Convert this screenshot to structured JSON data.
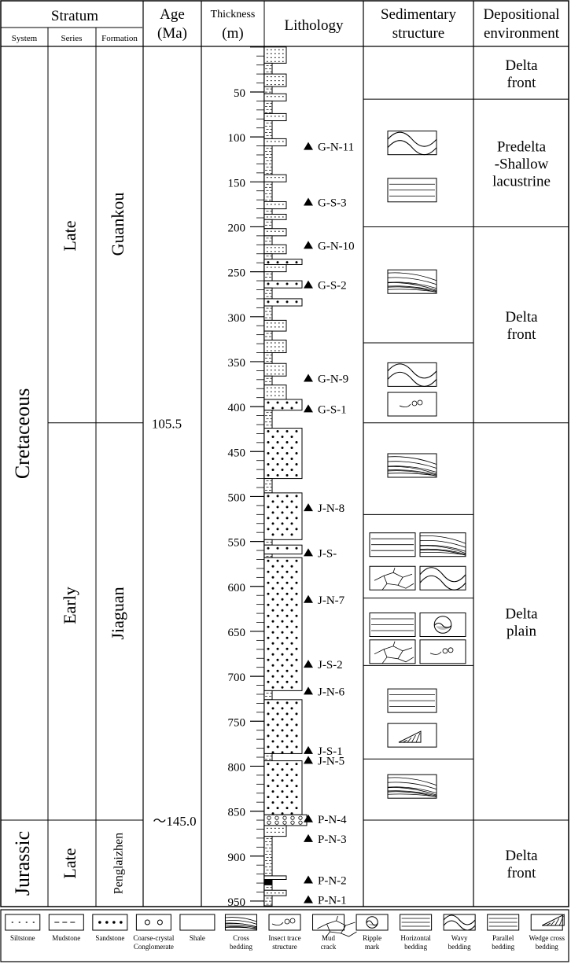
{
  "headers": {
    "stratum": "Stratum",
    "system": "System",
    "series": "Series",
    "formation": "Formation",
    "age": "Age",
    "age_unit": "(Ma)",
    "thickness": "Thickness",
    "thickness_unit": "(m)",
    "lithology": "Lithology",
    "sedimentary_1": "Sedimentary",
    "sedimentary_2": "structure",
    "environment_1": "Depositional",
    "environment_2": "environment"
  },
  "systems": [
    {
      "name": "Cretaceous",
      "top_m": 0,
      "bottom_m": 860
    },
    {
      "name": "Jurassic",
      "top_m": 860,
      "bottom_m": 960
    }
  ],
  "series": [
    {
      "name": "Late",
      "top_m": 0,
      "bottom_m": 418
    },
    {
      "name": "Early",
      "top_m": 418,
      "bottom_m": 860
    },
    {
      "name": "Late",
      "top_m": 860,
      "bottom_m": 960
    }
  ],
  "formations": [
    {
      "name": "Guankou",
      "top_m": 0,
      "bottom_m": 418
    },
    {
      "name": "Jiaguan",
      "top_m": 418,
      "bottom_m": 860
    },
    {
      "name": "Penglaizhen",
      "top_m": 860,
      "bottom_m": 960
    }
  ],
  "ages": [
    {
      "label": "105.5",
      "depth_m": 418
    },
    {
      "label": "～145.0",
      "depth_m": 860
    }
  ],
  "depth_ticks": [
    "50",
    "100",
    "150",
    "200",
    "250",
    "300",
    "350",
    "400",
    "450",
    "500",
    "550",
    "600",
    "650",
    "700",
    "750",
    "800",
    "850",
    "900",
    "950"
  ],
  "samples": [
    {
      "label": "G-N-11",
      "depth_m": 110
    },
    {
      "label": "G-S-3",
      "depth_m": 172
    },
    {
      "label": "G-N-10",
      "depth_m": 220
    },
    {
      "label": "G-S-2",
      "depth_m": 264
    },
    {
      "label": "G-N-9",
      "depth_m": 368
    },
    {
      "label": "G-S-1",
      "depth_m": 402
    },
    {
      "label": "J-N-8",
      "depth_m": 512
    },
    {
      "label": "J-S-",
      "depth_m": 562
    },
    {
      "label": "J-N-7",
      "depth_m": 614
    },
    {
      "label": "J-S-2",
      "depth_m": 686
    },
    {
      "label": "J-N-6",
      "depth_m": 716
    },
    {
      "label": "J-S-1",
      "depth_m": 782
    },
    {
      "label": "J-N-5",
      "depth_m": 793
    },
    {
      "label": "P-N-4",
      "depth_m": 858
    },
    {
      "label": "P-N-3",
      "depth_m": 880
    },
    {
      "label": "P-N-2",
      "depth_m": 926
    },
    {
      "label": "P-N-1",
      "depth_m": 948
    }
  ],
  "environments": [
    {
      "lines": [
        "Delta",
        "front"
      ],
      "top_m": 0,
      "bottom_m": 58
    },
    {
      "lines": [
        "Predelta",
        "-Shallow",
        "lacustrine"
      ],
      "top_m": 58,
      "bottom_m": 200
    },
    {
      "lines": [
        "Delta",
        "front"
      ],
      "top_m": 200,
      "bottom_m": 418
    },
    {
      "lines": [
        "Delta",
        "plain"
      ],
      "top_m": 418,
      "bottom_m": 860
    },
    {
      "lines": [
        "Delta",
        "front"
      ],
      "top_m": 860,
      "bottom_m": 960
    }
  ],
  "structure_intervals": [
    {
      "top_m": 58,
      "bottom_m": 200,
      "symbols": [
        "wavy bedding",
        "horizontal bedding"
      ]
    },
    {
      "top_m": 200,
      "bottom_m": 329,
      "symbols": [
        "cross bedding"
      ]
    },
    {
      "top_m": 329,
      "bottom_m": 418,
      "symbols": [
        "wavy bedding",
        "insect trace structure"
      ]
    },
    {
      "top_m": 418,
      "bottom_m": 520,
      "symbols": [
        "cross bedding"
      ]
    },
    {
      "top_m": 520,
      "bottom_m": 613,
      "symbols": [
        "horizontal bedding",
        "cross bedding",
        "mud crack",
        "wavy bedding"
      ]
    },
    {
      "top_m": 613,
      "bottom_m": 688,
      "symbols": [
        "horizontal bedding",
        "ripple mark",
        "mud crack",
        "insect trace structure"
      ]
    },
    {
      "top_m": 688,
      "bottom_m": 792,
      "symbols": [
        "horizontal bedding",
        "wedge cross bedding"
      ]
    },
    {
      "top_m": 792,
      "bottom_m": 860,
      "symbols": [
        "cross bedding"
      ]
    }
  ],
  "legend": [
    {
      "pattern": "siltstone",
      "lines": [
        "Siltstone"
      ]
    },
    {
      "pattern": "mudstone",
      "lines": [
        "Mudstone"
      ]
    },
    {
      "pattern": "sandstone",
      "lines": [
        "Sandstone"
      ]
    },
    {
      "pattern": "conglomerate",
      "lines": [
        "Coarse-crystal",
        "Conglomerate"
      ]
    },
    {
      "pattern": "shale",
      "lines": [
        "Shale"
      ]
    },
    {
      "pattern": "cross",
      "lines": [
        "Cross",
        "bedding"
      ]
    },
    {
      "pattern": "insect",
      "lines": [
        "Insect trace",
        "structure"
      ]
    },
    {
      "pattern": "mudcrack",
      "lines": [
        "Mud",
        "crack"
      ]
    },
    {
      "pattern": "ripple",
      "lines": [
        "Ripple",
        "mark"
      ]
    },
    {
      "pattern": "horizontal",
      "lines": [
        "Horizontal",
        "bedding"
      ]
    },
    {
      "pattern": "wavy",
      "lines": [
        "Wavy",
        "bedding"
      ]
    },
    {
      "pattern": "parallel",
      "lines": [
        "Parallel",
        "bedding"
      ]
    },
    {
      "pattern": "wedge",
      "lines": [
        "Wedge cross",
        "bedding"
      ]
    }
  ],
  "lithology_units": [
    {
      "type": "siltstone",
      "top_m": 0,
      "bottom_m": 18,
      "width": "medium"
    },
    {
      "type": "mudstone",
      "top_m": 18,
      "bottom_m": 30,
      "width": "narrow"
    },
    {
      "type": "siltstone",
      "top_m": 30,
      "bottom_m": 44,
      "width": "medium"
    },
    {
      "type": "mudstone",
      "top_m": 44,
      "bottom_m": 52,
      "width": "narrow"
    },
    {
      "type": "siltstone",
      "top_m": 52,
      "bottom_m": 60,
      "width": "medium"
    },
    {
      "type": "mudstone",
      "top_m": 60,
      "bottom_m": 74,
      "width": "narrow"
    },
    {
      "type": "siltstone",
      "top_m": 74,
      "bottom_m": 82,
      "width": "medium"
    },
    {
      "type": "mudstone",
      "top_m": 82,
      "bottom_m": 102,
      "width": "narrow"
    },
    {
      "type": "siltstone",
      "top_m": 102,
      "bottom_m": 110,
      "width": "medium"
    },
    {
      "type": "mudstone",
      "top_m": 110,
      "bottom_m": 142,
      "width": "narrow"
    },
    {
      "type": "siltstone",
      "top_m": 142,
      "bottom_m": 150,
      "width": "medium"
    },
    {
      "type": "mudstone",
      "top_m": 150,
      "bottom_m": 172,
      "width": "narrow"
    },
    {
      "type": "siltstone",
      "top_m": 172,
      "bottom_m": 180,
      "width": "medium"
    },
    {
      "type": "mudstone",
      "top_m": 180,
      "bottom_m": 186,
      "width": "narrow"
    },
    {
      "type": "siltstone",
      "top_m": 186,
      "bottom_m": 192,
      "width": "medium"
    },
    {
      "type": "mudstone",
      "top_m": 192,
      "bottom_m": 202,
      "width": "narrow"
    },
    {
      "type": "siltstone",
      "top_m": 202,
      "bottom_m": 210,
      "width": "medium"
    },
    {
      "type": "mudstone",
      "top_m": 210,
      "bottom_m": 220,
      "width": "narrow"
    },
    {
      "type": "siltstone",
      "top_m": 220,
      "bottom_m": 230,
      "width": "medium"
    },
    {
      "type": "mudstone",
      "top_m": 230,
      "bottom_m": 236,
      "width": "narrow"
    },
    {
      "type": "sandstone",
      "top_m": 236,
      "bottom_m": 242,
      "width": "wide"
    },
    {
      "type": "siltstone",
      "top_m": 242,
      "bottom_m": 250,
      "width": "medium"
    },
    {
      "type": "mudstone",
      "top_m": 250,
      "bottom_m": 260,
      "width": "narrow"
    },
    {
      "type": "sandstone",
      "top_m": 260,
      "bottom_m": 268,
      "width": "wide"
    },
    {
      "type": "mudstone",
      "top_m": 268,
      "bottom_m": 280,
      "width": "narrow"
    },
    {
      "type": "sandstone",
      "top_m": 280,
      "bottom_m": 288,
      "width": "wide"
    },
    {
      "type": "mudstone",
      "top_m": 288,
      "bottom_m": 304,
      "width": "narrow"
    },
    {
      "type": "siltstone",
      "top_m": 304,
      "bottom_m": 316,
      "width": "medium"
    },
    {
      "type": "mudstone",
      "top_m": 316,
      "bottom_m": 326,
      "width": "narrow"
    },
    {
      "type": "siltstone",
      "top_m": 326,
      "bottom_m": 340,
      "width": "medium"
    },
    {
      "type": "mudstone",
      "top_m": 340,
      "bottom_m": 352,
      "width": "narrow"
    },
    {
      "type": "siltstone",
      "top_m": 352,
      "bottom_m": 366,
      "width": "medium"
    },
    {
      "type": "mudstone",
      "top_m": 366,
      "bottom_m": 376,
      "width": "narrow"
    },
    {
      "type": "siltstone",
      "top_m": 376,
      "bottom_m": 392,
      "width": "medium"
    },
    {
      "type": "sandstone",
      "top_m": 392,
      "bottom_m": 404,
      "width": "wide"
    },
    {
      "type": "mudstone",
      "top_m": 404,
      "bottom_m": 424,
      "width": "narrow"
    },
    {
      "type": "sandstone",
      "top_m": 424,
      "bottom_m": 480,
      "width": "wide"
    },
    {
      "type": "mudstone",
      "top_m": 480,
      "bottom_m": 496,
      "width": "narrow"
    },
    {
      "type": "sandstone",
      "top_m": 496,
      "bottom_m": 548,
      "width": "wide"
    },
    {
      "type": "mudstone",
      "top_m": 548,
      "bottom_m": 554,
      "width": "narrow"
    },
    {
      "type": "sandstone",
      "top_m": 554,
      "bottom_m": 564,
      "width": "wide"
    },
    {
      "type": "mudstone",
      "top_m": 564,
      "bottom_m": 568,
      "width": "narrow"
    },
    {
      "type": "sandstone",
      "top_m": 568,
      "bottom_m": 716,
      "width": "wide"
    },
    {
      "type": "mudstone",
      "top_m": 716,
      "bottom_m": 726,
      "width": "narrow"
    },
    {
      "type": "sandstone",
      "top_m": 726,
      "bottom_m": 786,
      "width": "wide"
    },
    {
      "type": "mudstone",
      "top_m": 786,
      "bottom_m": 794,
      "width": "narrow"
    },
    {
      "type": "sandstone",
      "top_m": 794,
      "bottom_m": 854,
      "width": "wide"
    },
    {
      "type": "conglomerate",
      "top_m": 854,
      "bottom_m": 866,
      "width": "widest"
    },
    {
      "type": "siltstone",
      "top_m": 866,
      "bottom_m": 878,
      "width": "medium"
    },
    {
      "type": "mudstone",
      "top_m": 878,
      "bottom_m": 922,
      "width": "narrow"
    },
    {
      "type": "sandstone",
      "top_m": 922,
      "bottom_m": 926,
      "width": "medium"
    },
    {
      "type": "shale",
      "top_m": 926,
      "bottom_m": 932,
      "width": "narrow"
    },
    {
      "type": "mudstone",
      "top_m": 932,
      "bottom_m": 938,
      "width": "narrow"
    },
    {
      "type": "siltstone",
      "top_m": 938,
      "bottom_m": 944,
      "width": "medium"
    },
    {
      "type": "mudstone",
      "top_m": 944,
      "bottom_m": 960,
      "width": "narrow"
    }
  ]
}
